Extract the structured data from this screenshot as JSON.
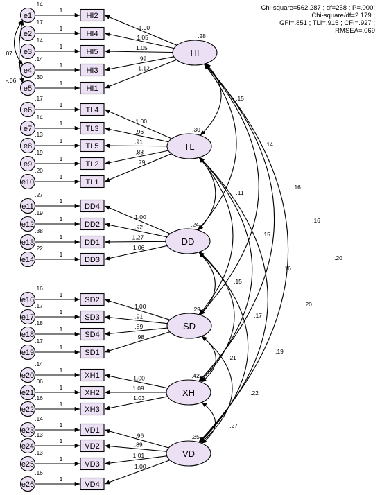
{
  "fit_stats": {
    "line1": "Chi-square=562.287 ; df=258 ; P=.000;",
    "line2": "Chi-square/df=2.179 ;",
    "line3": "GFI=.851 ; TLI=.915 ; CFI=.927 ;",
    "line4": "RMSEA=.069"
  },
  "latents": [
    {
      "id": "HI",
      "variance": ".28"
    },
    {
      "id": "TL",
      "variance": ".30"
    },
    {
      "id": "DD",
      "variance": ".24"
    },
    {
      "id": "SD",
      "variance": ".29"
    },
    {
      "id": "XH",
      "variance": ".42"
    },
    {
      "id": "VD",
      "variance": ".35"
    }
  ],
  "indicators": [
    {
      "name": "HI2",
      "error": "e1",
      "error_var": ".14",
      "latent": "HI",
      "loading": "1.00"
    },
    {
      "name": "HI4",
      "error": "e2",
      "error_var": ".17",
      "latent": "HI",
      "loading": "1.05"
    },
    {
      "name": "HI5",
      "error": "e3",
      "error_var": ".14",
      "latent": "HI",
      "loading": "1.05"
    },
    {
      "name": "HI3",
      "error": "e4",
      "error_var": ".14",
      "latent": "HI",
      "loading": ".99"
    },
    {
      "name": "HI1",
      "error": "e5",
      "error_var": ".30",
      "latent": "HI",
      "loading": "1.12"
    },
    {
      "name": "TL4",
      "error": "e6",
      "error_var": ".17",
      "latent": "TL",
      "loading": "1.00"
    },
    {
      "name": "TL3",
      "error": "e7",
      "error_var": ".14",
      "latent": "TL",
      "loading": ".96"
    },
    {
      "name": "TL5",
      "error": "e8",
      "error_var": ".13",
      "latent": "TL",
      "loading": ".91"
    },
    {
      "name": "TL2",
      "error": "e9",
      "error_var": ".19",
      "latent": "TL",
      "loading": ".88"
    },
    {
      "name": "TL1",
      "error": "e10",
      "error_var": ".20",
      "latent": "TL",
      "loading": ".79"
    },
    {
      "name": "DD4",
      "error": "e11",
      "error_var": ".27",
      "latent": "DD",
      "loading": "1.00"
    },
    {
      "name": "DD2",
      "error": "e12",
      "error_var": ".19",
      "latent": "DD",
      "loading": ".92"
    },
    {
      "name": "DD1",
      "error": "e13",
      "error_var": ".38",
      "latent": "DD",
      "loading": "1.27"
    },
    {
      "name": "DD3",
      "error": "e14",
      "error_var": ".22",
      "latent": "DD",
      "loading": "1.06"
    },
    {
      "name": "SD2",
      "error": "e16",
      "error_var": ".16",
      "latent": "SD",
      "loading": "1.00"
    },
    {
      "name": "SD3",
      "error": "e17",
      "error_var": ".17",
      "latent": "SD",
      "loading": ".91"
    },
    {
      "name": "SD4",
      "error": "e18",
      "error_var": ".18",
      "latent": "SD",
      "loading": ".89"
    },
    {
      "name": "SD1",
      "error": "e19",
      "error_var": ".17",
      "latent": "SD",
      "loading": ".98"
    },
    {
      "name": "XH1",
      "error": "e20",
      "error_var": ".14",
      "latent": "XH",
      "loading": "1.00"
    },
    {
      "name": "XH2",
      "error": "e21",
      "error_var": ".06",
      "latent": "XH",
      "loading": "1.09"
    },
    {
      "name": "XH3",
      "error": "e22",
      "error_var": ".16",
      "latent": "XH",
      "loading": "1.03"
    },
    {
      "name": "VD1",
      "error": "e23",
      "error_var": ".14",
      "latent": "VD",
      "loading": ".96"
    },
    {
      "name": "VD2",
      "error": "e24",
      "error_var": ".13",
      "latent": "VD",
      "loading": ".89"
    },
    {
      "name": "VD3",
      "error": "e25",
      "error_var": ".13",
      "latent": "VD",
      "loading": "1.01"
    },
    {
      "name": "VD4",
      "error": "e26",
      "error_var": ".16",
      "latent": "VD",
      "loading": "1.00"
    }
  ],
  "fixed_error_path": "1",
  "error_covariances": [
    {
      "from": "e1",
      "to": "e4",
      "value": ".07"
    },
    {
      "from": "e1",
      "to": "e5",
      "value": "-.06"
    }
  ],
  "latent_covariances": [
    {
      "from": "HI",
      "to": "TL",
      "value": ".15"
    },
    {
      "from": "HI",
      "to": "DD",
      "value": ".14"
    },
    {
      "from": "HI",
      "to": "SD",
      "value": ".16"
    },
    {
      "from": "HI",
      "to": "XH",
      "value": ".16"
    },
    {
      "from": "HI",
      "to": "VD",
      "value": ".20"
    },
    {
      "from": "TL",
      "to": "DD",
      "value": ".11"
    },
    {
      "from": "TL",
      "to": "SD",
      "value": ".15"
    },
    {
      "from": "TL",
      "to": "XH",
      "value": ".16"
    },
    {
      "from": "TL",
      "to": "VD",
      "value": ".20"
    },
    {
      "from": "DD",
      "to": "SD",
      "value": ".15"
    },
    {
      "from": "DD",
      "to": "XH",
      "value": ".17"
    },
    {
      "from": "DD",
      "to": "VD",
      "value": ".19"
    },
    {
      "from": "SD",
      "to": "XH",
      "value": ".21"
    },
    {
      "from": "SD",
      "to": "VD",
      "value": ".22"
    },
    {
      "from": "XH",
      "to": "VD",
      "value": ".27"
    }
  ],
  "colors": {
    "node_fill": "#ece0f4",
    "stroke": "#000000"
  }
}
